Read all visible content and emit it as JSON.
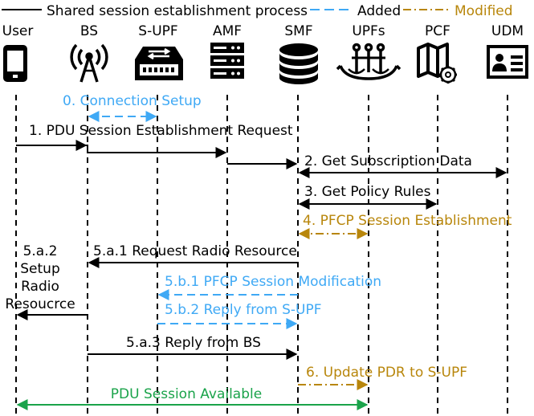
{
  "legend": {
    "shared": "Shared session establishment process",
    "added": "Added",
    "modified": "Modified"
  },
  "colors": {
    "shared": "#000000",
    "added": "#3fa9f5",
    "modified": "#b8860b",
    "available": "#1aa34a"
  },
  "entities": [
    {
      "label": "User",
      "icon": "phone-icon"
    },
    {
      "label": "BS",
      "icon": "antenna-tower-icon"
    },
    {
      "label": "S-UPF",
      "icon": "switch-icon"
    },
    {
      "label": "AMF",
      "icon": "server-icon"
    },
    {
      "label": "SMF",
      "icon": "database-icon"
    },
    {
      "label": "UPFs",
      "icon": "multi-anchor-icon"
    },
    {
      "label": "PCF",
      "icon": "map-gear-icon"
    },
    {
      "label": "UDM",
      "icon": "id-card-icon"
    }
  ],
  "messages": [
    {
      "label": "0. Connection Setup",
      "kind": "added"
    },
    {
      "label": "1. PDU Session Establishment Request",
      "kind": "shared"
    },
    {
      "label": "2. Get Subscription Data",
      "kind": "shared"
    },
    {
      "label": "3. Get Policy Rules",
      "kind": "shared"
    },
    {
      "label": "4. PFCP Session Establishment",
      "kind": "modified"
    },
    {
      "label": "5.a.1 Request Radio Resource",
      "kind": "shared"
    },
    {
      "label": "5.b.1 PFCP Session Modification",
      "kind": "added"
    },
    {
      "label": "5.b.2 Reply from S-UPF",
      "kind": "added"
    },
    {
      "label": "5.a.3 Reply from BS",
      "kind": "shared"
    },
    {
      "label": "6. Update PDR to S-UPF",
      "kind": "modified"
    },
    {
      "label": "PDU Session Available",
      "kind": "available"
    }
  ],
  "note": {
    "lines": [
      "5.a.2",
      "Setup",
      "Radio",
      "Resoucrce"
    ]
  }
}
